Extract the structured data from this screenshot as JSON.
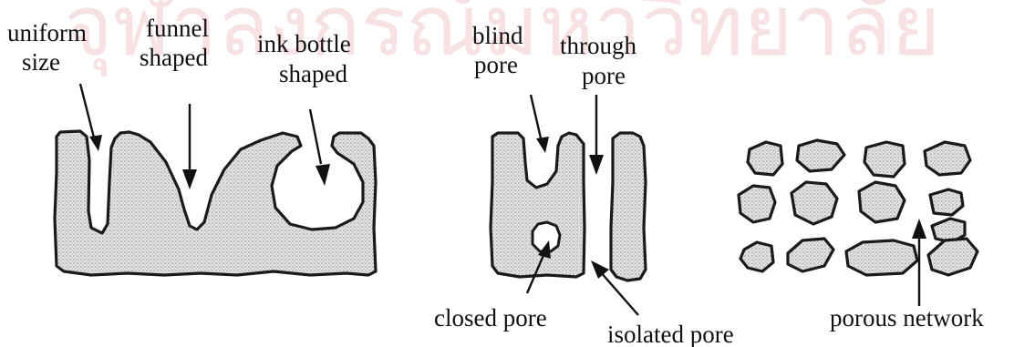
{
  "watermark": "จุฬาลงกรณ์มหาวิทยาลัย",
  "labels": {
    "uniform_size": [
      "uniform",
      "size"
    ],
    "funnel_shaped": [
      "funnel",
      "shaped"
    ],
    "ink_bottle_shaped": [
      "ink bottle",
      "shaped"
    ],
    "blind_pore": [
      "blind",
      "pore"
    ],
    "through_pore": [
      "through",
      "pore"
    ],
    "closed_pore": "closed pore",
    "isolated_pore": "isolated pore",
    "porous_network": "porous network"
  }
}
